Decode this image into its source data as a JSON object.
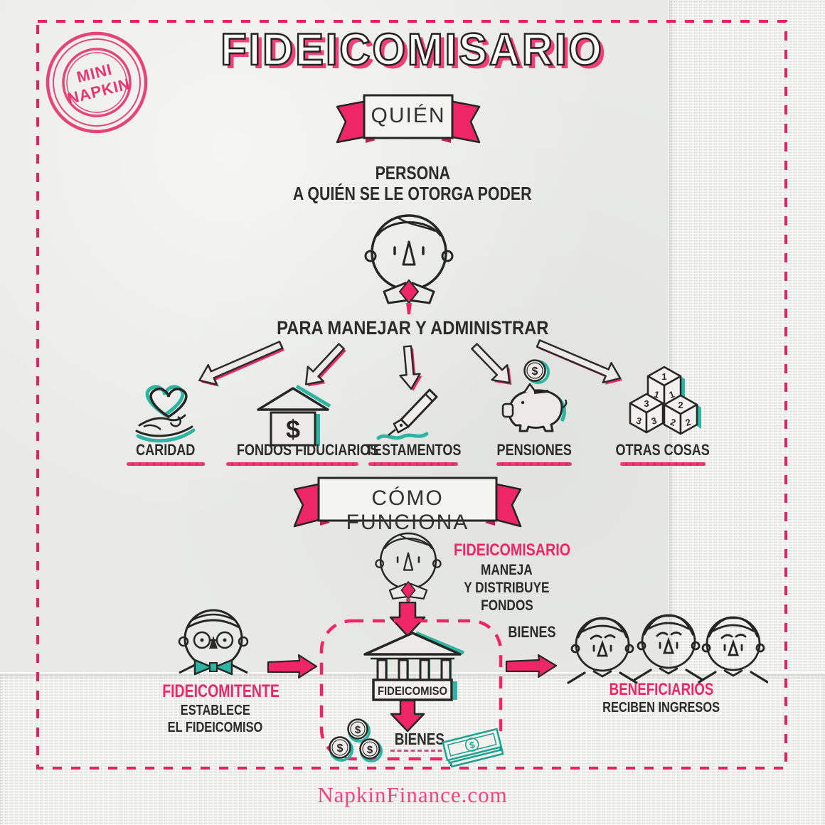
{
  "title": "FIDEICOMISARIO",
  "stamp": {
    "line1": "MINI",
    "line2": "NAPKIN"
  },
  "colors": {
    "pink": "#ee2668",
    "teal": "#2cb5a2",
    "ink": "#2b2b28",
    "paper": "#e9eae7"
  },
  "who": {
    "banner": "QUIÉN",
    "persona_line1": "PERSONA",
    "persona_line2": "A QUIÉN SE LE OTORGA PODER",
    "manage_heading": "PARA MANEJAR Y ADMINISTRAR",
    "items": [
      {
        "label": "CARIDAD",
        "icon": "heart-in-hand-icon"
      },
      {
        "label": "FONDOS FIDUCIARIOS",
        "icon": "house-dollar-icon"
      },
      {
        "label": "TESTAMENTOS",
        "icon": "fountain-pen-icon"
      },
      {
        "label": "PENSIONES",
        "icon": "piggy-bank-icon"
      },
      {
        "label": "OTRAS COSAS",
        "icon": "number-blocks-icon"
      }
    ]
  },
  "how": {
    "banner": "CÓMO FUNCIONA",
    "trustee": {
      "name": "FIDEICOMISARIO",
      "desc1": "MANEJA",
      "desc2": "Y DISTRIBUYE",
      "desc3": "FONDOS"
    },
    "grantor": {
      "name": "FIDEICOMITENTE",
      "desc1": "ESTABLECE",
      "desc2": "EL FIDEICOMISO"
    },
    "trust": {
      "label": "FIDEICOMISO",
      "assets": "BIENES"
    },
    "flow_label": "BIENES",
    "beneficiaries": {
      "name": "BENEFICIARIOS",
      "desc": "RECIBEN INGRESOS"
    }
  },
  "footer": "NapkinFinance.com",
  "symbols": {
    "dollar": "$",
    "block_numbers": [
      "1",
      "2",
      "3"
    ]
  }
}
